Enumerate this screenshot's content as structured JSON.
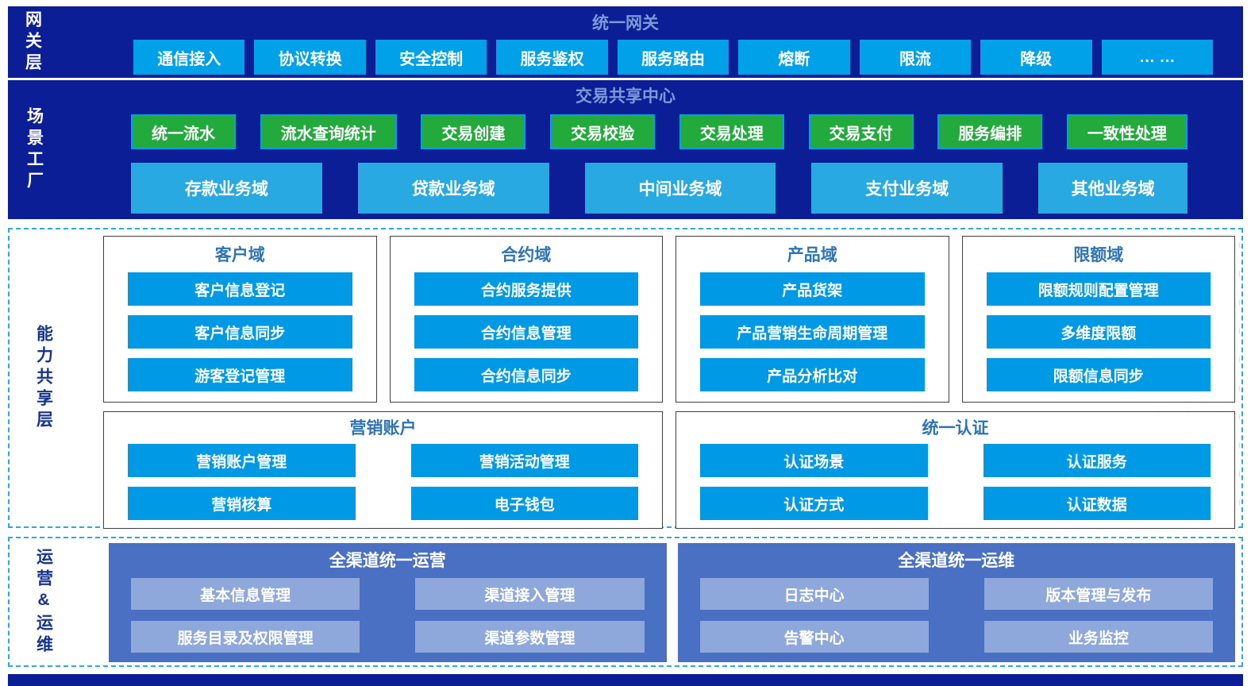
{
  "colors": {
    "navy": "#0c1e96",
    "layer_title": "#7d9ad8",
    "azure": "#00a1e9",
    "green": "#22ab3c",
    "inner_blue": "#0099e5",
    "group_title_blue": "#2e74b5",
    "dashed_border": "#29abe2",
    "ops_box_blue": "#4a70c4",
    "ops_item_blue": "#8ea8db"
  },
  "layers": {
    "gateway": {
      "label": "网关层",
      "title": "统一网关",
      "items": [
        "通信接入",
        "协议转换",
        "安全控制",
        "服务鉴权",
        "服务路由",
        "熔断",
        "限流",
        "降级",
        "… …"
      ]
    },
    "scenario": {
      "label": "场景工厂",
      "title": "交易共享中心",
      "services": [
        "统一流水",
        "流水查询统计",
        "交易创建",
        "交易校验",
        "交易处理",
        "交易支付",
        "服务编排",
        "一致性处理"
      ],
      "domains": [
        "存款业务域",
        "贷款业务域",
        "中间业务域",
        "支付业务域",
        "其他业务域"
      ]
    },
    "capability": {
      "label": "能力共享层",
      "row1": [
        {
          "title": "客户域",
          "items": [
            "客户信息登记",
            "客户信息同步",
            "游客登记管理"
          ]
        },
        {
          "title": "合约域",
          "items": [
            "合约服务提供",
            "合约信息管理",
            "合约信息同步"
          ]
        },
        {
          "title": "产品域",
          "items": [
            "产品货架",
            "产品营销生命周期管理",
            "产品分析比对"
          ]
        },
        {
          "title": "限额域",
          "items": [
            "限额规则配置管理",
            "多维度限额",
            "限额信息同步"
          ]
        }
      ],
      "row2": [
        {
          "title": "营销账户",
          "items": [
            "营销账户管理",
            "营销活动管理",
            "营销核算",
            "电子钱包"
          ]
        },
        {
          "title": "统一认证",
          "items": [
            "认证场景",
            "认证服务",
            "认证方式",
            "认证数据"
          ]
        }
      ]
    },
    "operations": {
      "label": "运营&运维",
      "groups": [
        {
          "title": "全渠道统一运营",
          "items": [
            "基本信息管理",
            "渠道接入管理",
            "服务目录及权限管理",
            "渠道参数管理"
          ]
        },
        {
          "title": "全渠道统一运维",
          "items": [
            "日志中心",
            "版本管理与发布",
            "告警中心",
            "业务监控"
          ]
        }
      ]
    }
  }
}
